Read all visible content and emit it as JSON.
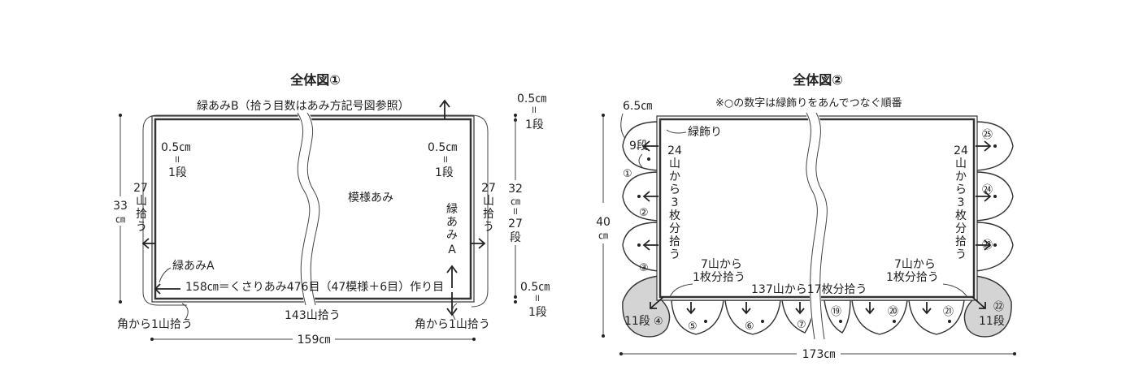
{
  "diagram1": {
    "title": "全体図①",
    "top_label": "緑あみB（拾う目数はあみ方記号図参照）",
    "pattern_label": "模様あみ",
    "left_inner": {
      "cm": "0.5㎝",
      "eq": "ll",
      "row": "1段"
    },
    "right_inner": {
      "cm": "0.5㎝",
      "eq": "ll",
      "row": "1段"
    },
    "left_pickup": [
      "27",
      "山",
      "拾",
      "う"
    ],
    "right_pickup": [
      "27",
      "山",
      "拾",
      "う"
    ],
    "height": [
      "33",
      "㎝"
    ],
    "edge_a_vertical": [
      "緑",
      "あ",
      "み",
      "A"
    ],
    "edge_a_label": "緑あみA",
    "chain_label": "158㎝＝くさりあみ476目（47模様＋6目）作り目",
    "bottom_pickup": "143山拾う",
    "corner_left": "角から1山拾う",
    "corner_right": "角から1山拾う",
    "width": "159㎝",
    "side_top": {
      "cm": "0.5㎝",
      "eq": "ll",
      "row": "1段"
    },
    "side_middle": [
      "32",
      "㎝",
      "ll",
      "27",
      "段"
    ],
    "side_bottom": {
      "cm": "0.5㎝",
      "eq": "ll",
      "row": "1段"
    }
  },
  "diagram2": {
    "title": "全体図②",
    "note": "※○の数字は緑飾りをあんでつなぐ順番",
    "top_left_size": "6.5㎝",
    "edge_label": "緑飾り",
    "rows_9": "9段",
    "left_pickup": [
      "24",
      "山",
      "か",
      "ら",
      "3",
      "枚",
      "分",
      "拾",
      "う"
    ],
    "right_pickup": [
      "24",
      "山",
      "か",
      "ら",
      "3",
      "枚",
      "分",
      "拾",
      "う"
    ],
    "bottom_left_pickup": [
      "7山から",
      "1枚分拾う"
    ],
    "bottom_right_pickup": [
      "7山から",
      "1枚分拾う"
    ],
    "bottom_pickup": "137山から17枚分拾う",
    "height": [
      "40",
      "㎝"
    ],
    "rows_11_left": "11段",
    "rows_11_right": "11段",
    "width": "173㎝",
    "order_left": [
      "①",
      "②",
      "③"
    ],
    "order_corner_left": "④",
    "order_bottom": [
      "⑤",
      "⑥",
      "⑦",
      "⑲",
      "⑳",
      "㉑"
    ],
    "order_corner_right": "㉒",
    "order_right": [
      "㉓",
      "㉔",
      "㉕"
    ]
  }
}
